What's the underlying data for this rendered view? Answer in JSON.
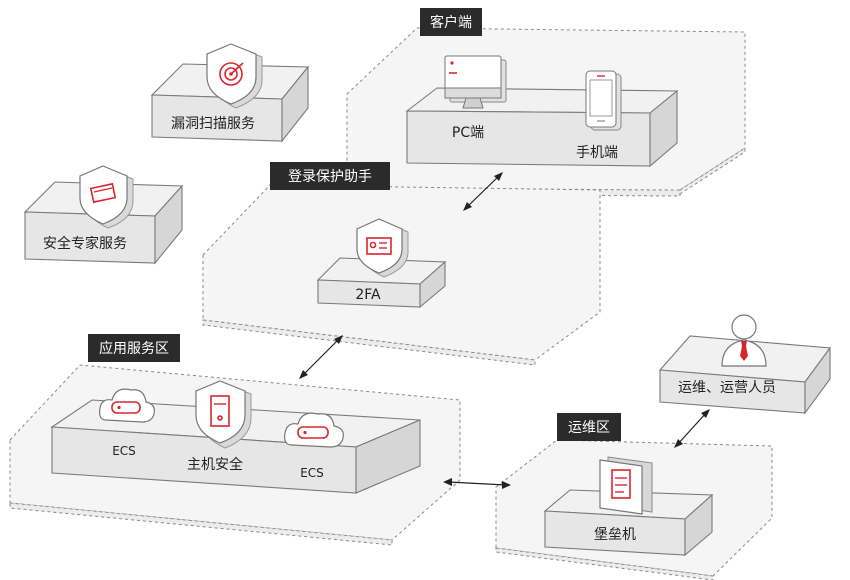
{
  "zones": {
    "client": "客户端",
    "login_protection": "登录保护助手",
    "app_service": "应用服务区",
    "ops": "运维区"
  },
  "nodes": {
    "vuln_scan": "漏洞扫描服务",
    "expert_service": "安全专家服务",
    "pc": "PC端",
    "mobile": "手机端",
    "twofa": "2FA",
    "ecs_left": "ECS",
    "host_security": "主机安全",
    "ecs_right": "ECS",
    "bastion": "堡垒机",
    "ops_staff": "运维、运营人员"
  },
  "icons": [
    "target-shield-icon",
    "card-shield-icon",
    "monitor-icon",
    "phone-icon",
    "id-card-shield-icon",
    "cloud-server-icon",
    "server-shield-icon",
    "document-icon",
    "person-icon"
  ],
  "colors": {
    "accent": "#d8262f",
    "tag": "#2b2b2b"
  }
}
